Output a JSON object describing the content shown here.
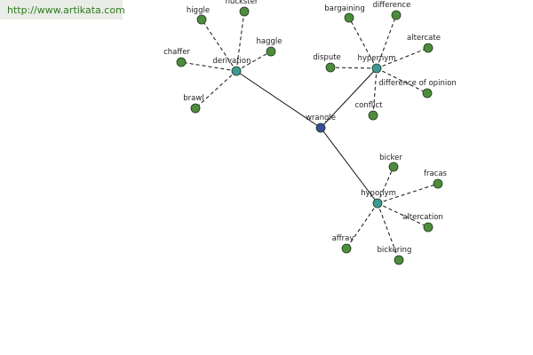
{
  "url": "http://www.artikata.com",
  "colors": {
    "root_fill": "#3b4a9a",
    "relation_fill": "#3f9a95",
    "leaf_fill": "#4e8c3c",
    "node_stroke": "#1d3a1a",
    "edge": "#111111"
  },
  "root": {
    "id": "wrangle",
    "label": "wrangle"
  },
  "relations": [
    {
      "id": "derivation",
      "label": "derivation"
    },
    {
      "id": "hypernym",
      "label": "hypernym"
    },
    {
      "id": "hyponym",
      "label": "hyponym"
    }
  ],
  "leaves": [
    {
      "id": "higgle",
      "relation": "derivation",
      "label": "higgle"
    },
    {
      "id": "huckster",
      "relation": "derivation",
      "label": "huckster"
    },
    {
      "id": "haggle",
      "relation": "derivation",
      "label": "haggle"
    },
    {
      "id": "chaffer",
      "relation": "derivation",
      "label": "chaffer"
    },
    {
      "id": "brawl",
      "relation": "derivation",
      "label": "brawl"
    },
    {
      "id": "bargaining",
      "relation": "hypernym",
      "label": "bargaining"
    },
    {
      "id": "difference",
      "relation": "hypernym",
      "label": "difference"
    },
    {
      "id": "altercate",
      "relation": "hypernym",
      "label": "altercate"
    },
    {
      "id": "dispute",
      "relation": "hypernym",
      "label": "dispute"
    },
    {
      "id": "difference-of-opinion",
      "relation": "hypernym",
      "label": "difference of opinion"
    },
    {
      "id": "conflict",
      "relation": "hypernym",
      "label": "conflict"
    },
    {
      "id": "bicker",
      "relation": "hyponym",
      "label": "bicker"
    },
    {
      "id": "fracas",
      "relation": "hyponym",
      "label": "fracas"
    },
    {
      "id": "altercation",
      "relation": "hyponym",
      "label": "altercation"
    },
    {
      "id": "affray",
      "relation": "hyponym",
      "label": "affray"
    },
    {
      "id": "bickering",
      "relation": "hyponym",
      "label": "bickering"
    }
  ]
}
